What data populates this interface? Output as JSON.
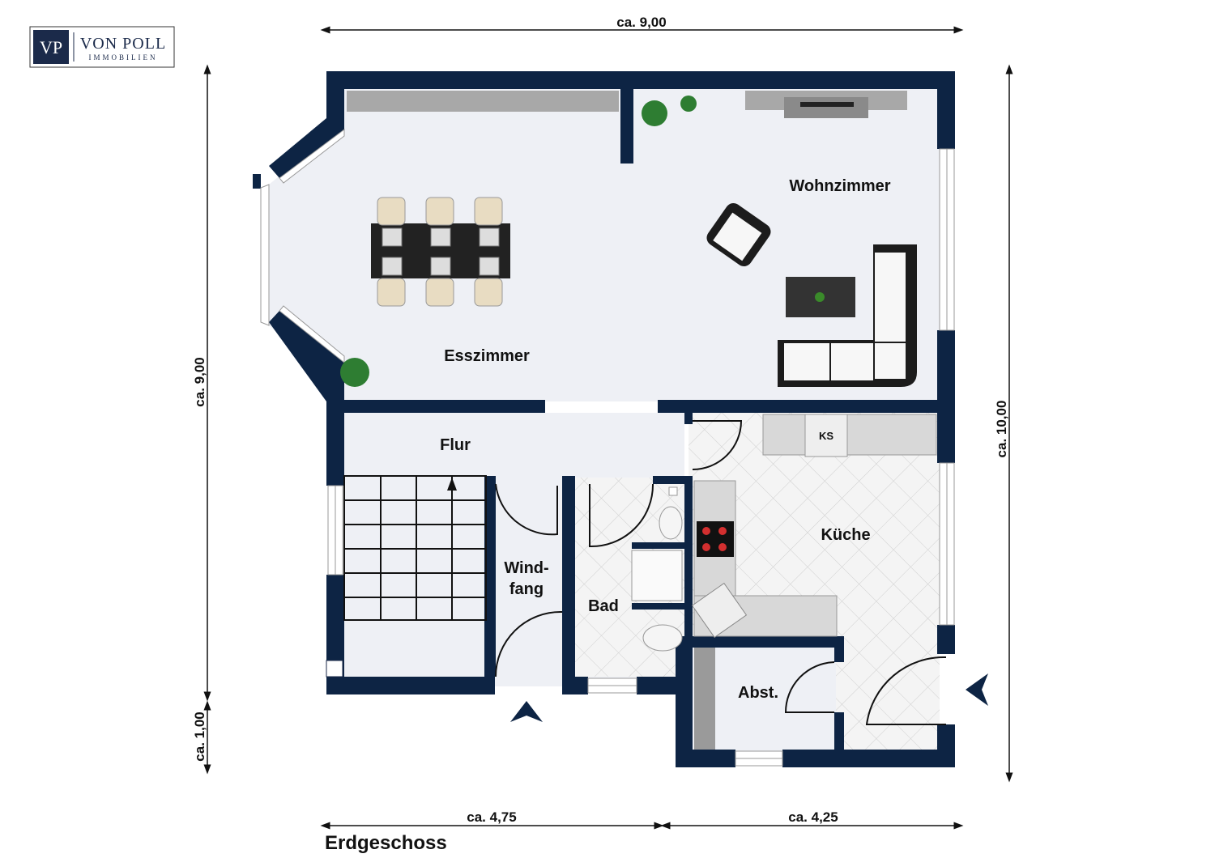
{
  "logo": {
    "monogram": "VP",
    "name": "VON POLL",
    "subtitle": "IMMOBILIEN"
  },
  "floor_title": "Erdgeschoss",
  "rooms": {
    "wohnzimmer": "Wohnzimmer",
    "esszimmer": "Esszimmer",
    "flur": "Flur",
    "windfang_1": "Wind-",
    "windfang_2": "fang",
    "bad": "Bad",
    "kueche": "Küche",
    "abst": "Abst."
  },
  "appliance_ks": "KS",
  "dimensions": {
    "top_width": "ca. 9,00",
    "left_height": "ca. 9,00",
    "left_extension": "ca. 1,00",
    "right_height": "ca. 10,00",
    "bottom_left": "ca. 4,75",
    "bottom_right": "ca. 4,25"
  },
  "colors": {
    "wall": "#0d2444",
    "floor": "#eef0f5",
    "tile": "#f3f3f3",
    "line": "#111111"
  }
}
